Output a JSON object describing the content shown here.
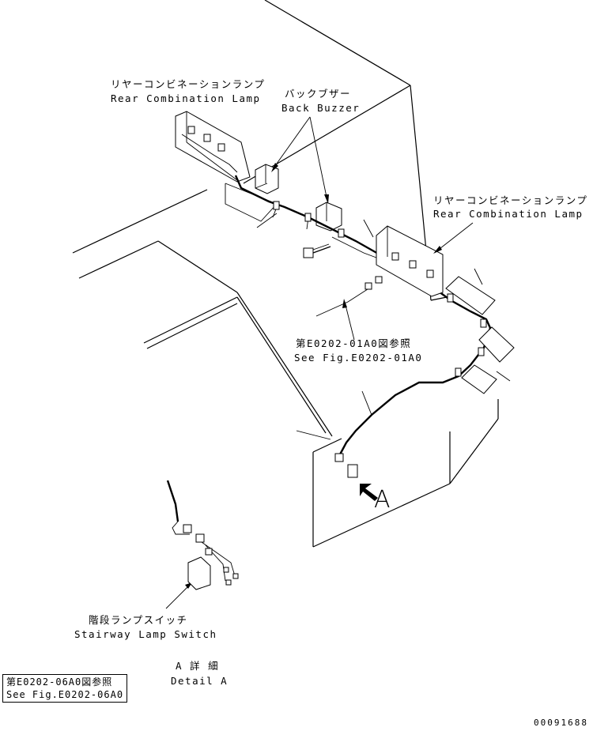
{
  "labels": {
    "rear_combo_left_jp": "リヤーコンビネーションランプ",
    "rear_combo_left_en": "Rear Combination Lamp",
    "back_buzzer_jp": "バックブザー",
    "back_buzzer_en": "Back Buzzer",
    "rear_combo_right_jp": "リヤーコンビネーションランプ",
    "rear_combo_right_en": "Rear Combination Lamp",
    "see_fig_1_jp": "第E0202-01A0図参照",
    "see_fig_1_en": "See Fig.E0202-01A0",
    "view_marker": "A",
    "stairway_jp": "階段ランプスイッチ",
    "stairway_en": "Stairway Lamp Switch",
    "detail_jp": "A 詳 細",
    "detail_en": "Detail A",
    "see_fig_2_jp": "第E0202-06A0図参照",
    "see_fig_2_en": "See Fig.E0202-06A0",
    "part_number": "00091688"
  }
}
